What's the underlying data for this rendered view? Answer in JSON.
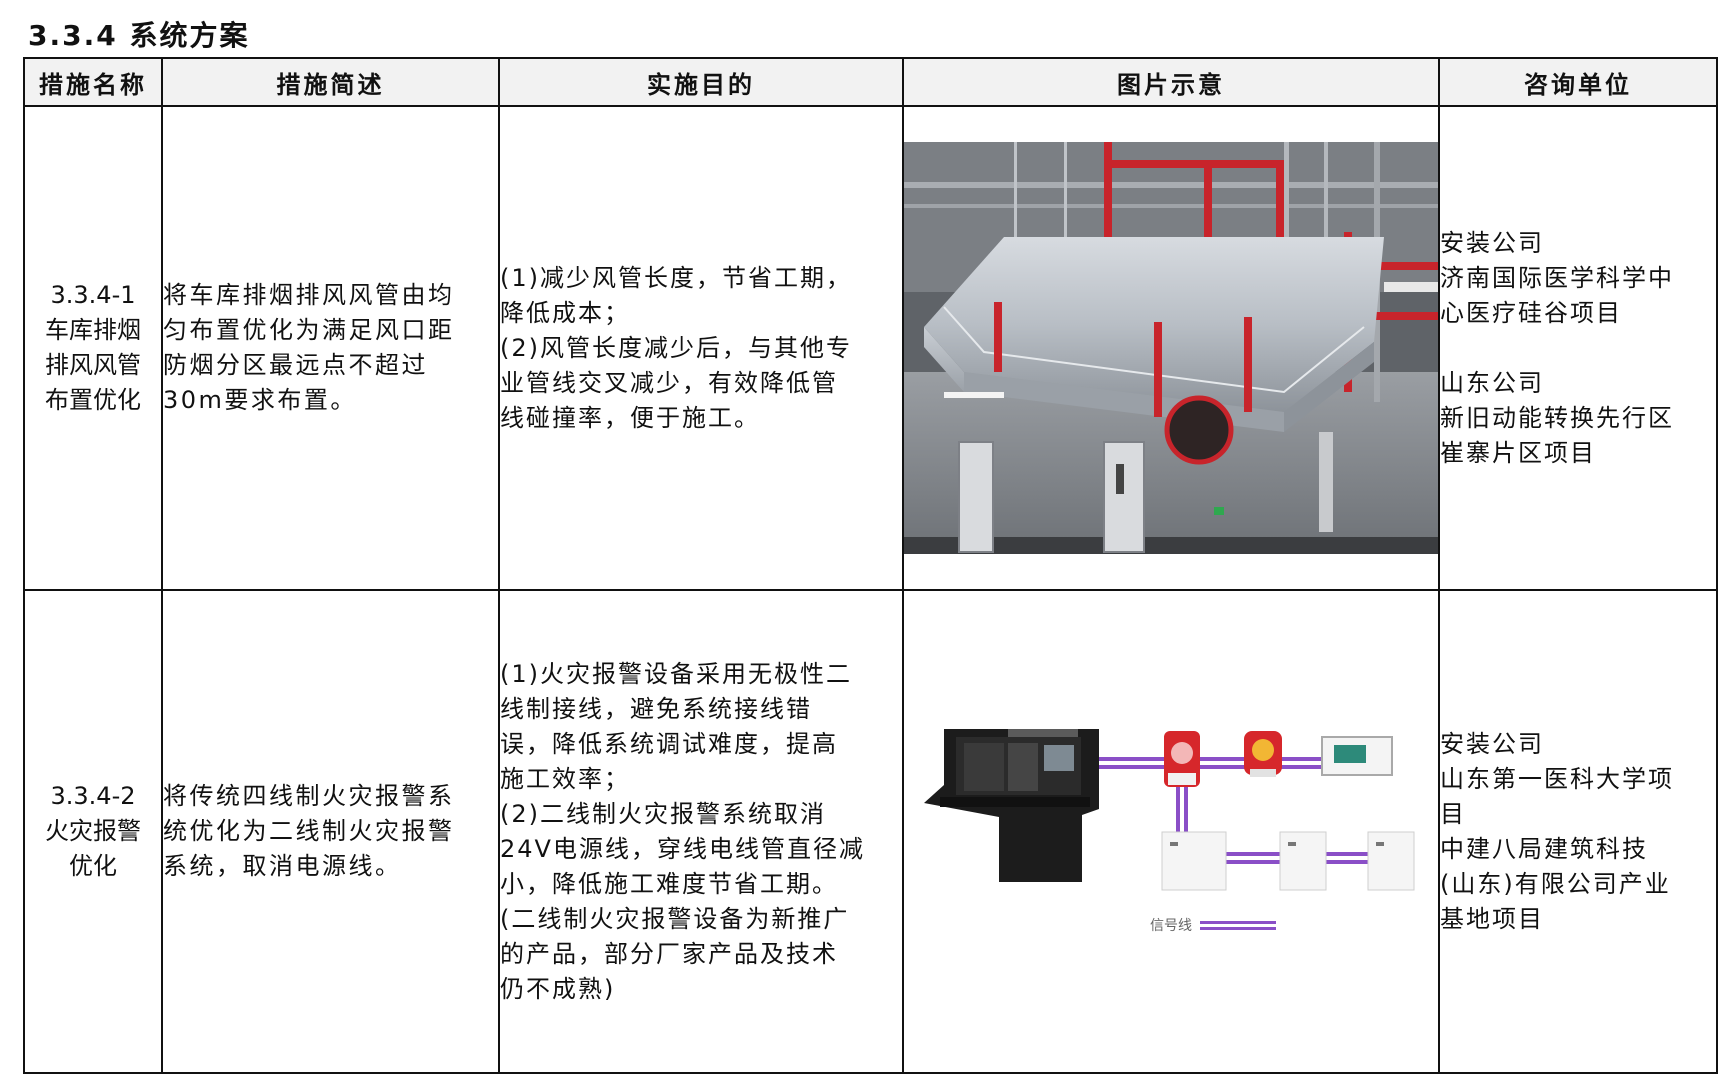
{
  "section_title": "3.3.4 系统方案",
  "headers": {
    "name": "措施名称",
    "desc": "措施简述",
    "purpose": "实施目的",
    "image": "图片示意",
    "unit": "咨询单位"
  },
  "rows": [
    {
      "name_lines": [
        "3.3.4-1",
        "车库排烟",
        "排风风管",
        "布置优化"
      ],
      "desc_lines": [
        "将车库排烟排风风管由均",
        "匀布置优化为满足风口距",
        "防烟分区最远点不超过",
        "30m要求布置。"
      ],
      "purpose_lines": [
        "(1)减少风管长度，节省工期，",
        "降低成本；",
        "(2)风管长度减少后，与其他专",
        "业管线交叉减少，有效降低管",
        "线碰撞率，便于施工。"
      ],
      "unit_lines": [
        "安装公司",
        "济南国际医学科学中",
        "心医疗硅谷项目",
        "",
        "山东公司",
        "新旧动能转换先行区",
        "崔寨片区项目"
      ]
    },
    {
      "name_lines": [
        "3.3.4-2",
        "火灾报警",
        "优化"
      ],
      "desc_lines": [
        "将传统四线制火灾报警系",
        "统优化为二线制火灾报警",
        "系统，取消电源线。"
      ],
      "purpose_lines": [
        "(1)火灾报警设备采用无极性二",
        "线制接线，避免系统接线错",
        "误，降低系统调试难度，提高",
        "施工效率；",
        "(2)二线制火灾报警系统取消",
        "24V电源线，穿线电线管直径减",
        "小，降低施工难度节省工期。",
        "(二线制火灾报警设备为新推广",
        "的产品，部分厂家产品及技术",
        "仍不成熟)"
      ],
      "unit_lines": [
        "安装公司",
        "山东第一医科大学项",
        "目",
        "中建八局建筑科技",
        "(山东)有限公司产业",
        "基地项目"
      ],
      "diagram_legend": "信号线"
    }
  ],
  "colors": {
    "pipe_red": "#c8242b",
    "signal_purple": "#8a4fc7",
    "panel_black": "#1c1c1c"
  }
}
